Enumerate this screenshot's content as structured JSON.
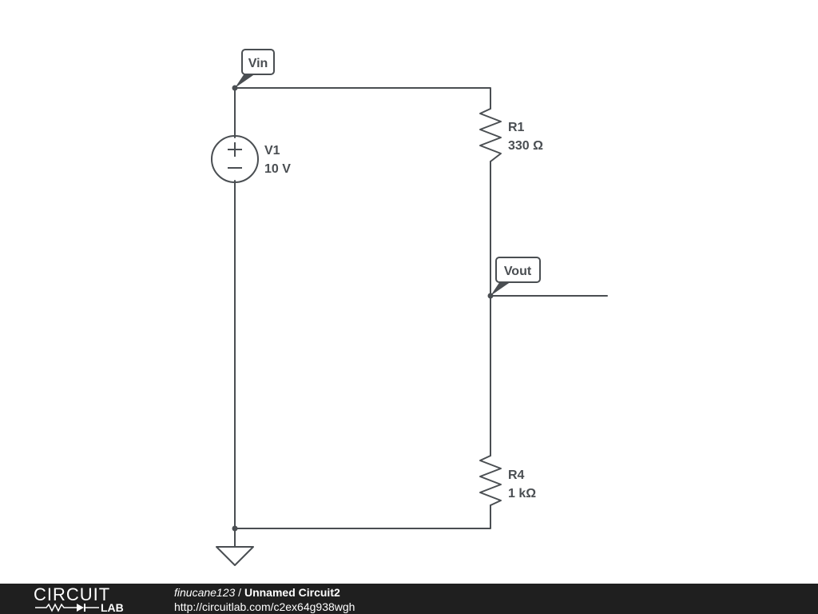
{
  "schematic": {
    "tags": {
      "vin": "Vin",
      "vout": "Vout"
    },
    "components": {
      "v1": {
        "name": "V1",
        "value": "10 V"
      },
      "r1": {
        "name": "R1",
        "value": "330 Ω"
      },
      "r4": {
        "name": "R4",
        "value": "1 kΩ"
      }
    }
  },
  "footer": {
    "logo_top": "CIRCUIT",
    "logo_bottom": "LAB",
    "author": "finucane123",
    "separator": " / ",
    "title": "Unnamed Circuit2",
    "url": "http://circuitlab.com/c2ex64g938wgh"
  },
  "colors": {
    "ink": "#4a4e52",
    "background": "#ffffff",
    "footer_bg": "#1f1f1f",
    "footer_text": "#ffffff"
  }
}
